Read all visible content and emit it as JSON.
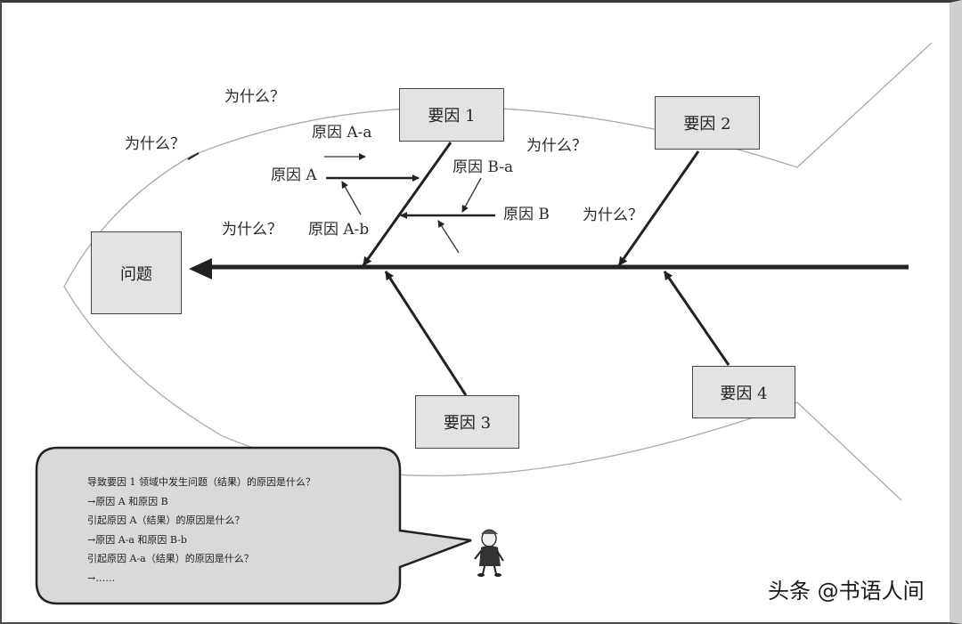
{
  "problem": "问题",
  "factors": [
    "要因 1",
    "要因 2",
    "要因 3",
    "要因 4"
  ],
  "causes": {
    "a": "原因 A",
    "a_a": "原因 A-a",
    "a_b": "原因 A-b",
    "b": "原因 B",
    "b_a": "原因 B-a"
  },
  "why": [
    "为什么？",
    "为什么？",
    "为什么？",
    "为什么？",
    "为什么？"
  ],
  "callout_lines": [
    "导致要因 1 领域中发生问题（结果）的原因是什么？",
    "→原因 A 和原因 B",
    "引起原因 A（结果）的原因是什么？",
    "→原因 A-a 和原因 B-b",
    "引起原因 A-a（结果）的原因是什么？",
    "→……"
  ],
  "watermark": "头条 @书语人间",
  "colors": {
    "box_fill": "#e3e3e3",
    "callout_fill": "#d9d9d9",
    "line": "#222222",
    "outline": "#aaaaaa"
  }
}
